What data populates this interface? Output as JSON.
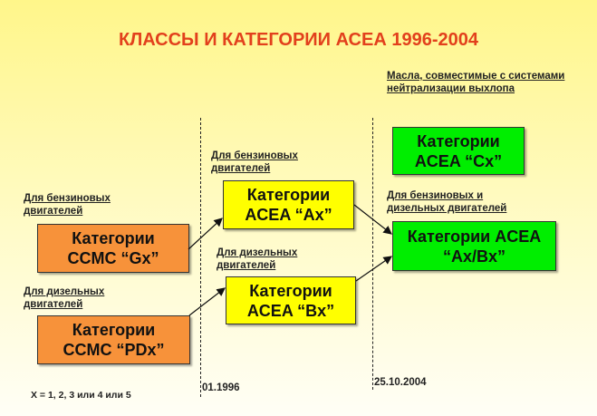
{
  "title": "КЛАССЫ И КАТЕГОРИИ АСЕА 1996-2004",
  "labels": {
    "petrol_left": [
      "Для бензиновых",
      "двигателей"
    ],
    "diesel_left": [
      "Для дизельных",
      "двигателей"
    ],
    "petrol_mid": [
      "Для бензиновых",
      "двигателей"
    ],
    "diesel_mid": [
      "Для дизельных",
      "двигателей"
    ],
    "both_right": [
      "Для бензиновых и",
      "дизельных двигателей"
    ],
    "exhaust_right": [
      "Масла, совместимые с системами",
      "нейтрализации выхлопа"
    ]
  },
  "boxes": {
    "ccmc_gx": [
      "Категории",
      "CCMC “Gx”"
    ],
    "ccmc_pdx": [
      "Категории",
      "CCMC “PDx”"
    ],
    "acea_ax": [
      "Категории",
      "ACEA “Ax”"
    ],
    "acea_bx": [
      "Категории",
      "ACEA “Bx”"
    ],
    "acea_cx": [
      "Категории",
      "ACEA “Cx”"
    ],
    "acea_axbx": [
      "Категории ACEA",
      "“Ax/Bx”"
    ]
  },
  "dates": [
    "01.1996",
    "25.10.2004"
  ],
  "footnote": "X = 1, 2, 3 или 4 или 5",
  "colors": {
    "title": "#e2401c",
    "orange": "#f7923a",
    "yellow": "#ffff00",
    "green": "#00ee00"
  }
}
